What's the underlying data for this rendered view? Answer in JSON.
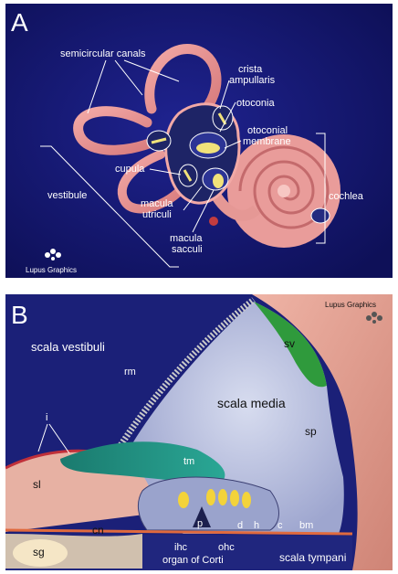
{
  "panel_a": {
    "letter": "A",
    "labels": {
      "semicircular_canals": "semicircular canals",
      "crista_ampullaris": [
        "crista",
        "ampullaris"
      ],
      "otoconia": "otoconia",
      "otoconial_membrane": [
        "otoconial",
        "membrane"
      ],
      "cupula": "cupula",
      "vestibule": "vestibule",
      "macula_utriculi": [
        "macula",
        "utriculi"
      ],
      "macula_sacculi": [
        "macula",
        "sacculi"
      ],
      "cochlea": "cochlea"
    },
    "credit": "Lupus Graphics"
  },
  "panel_b": {
    "letter": "B",
    "labels": {
      "scala_vestibuli": "scala vestibuli",
      "rm": "rm",
      "sv": "sv",
      "scala_media": "scala media",
      "sp": "sp",
      "i": "i",
      "tm": "tm",
      "sl": "sl",
      "p": "p",
      "ihc": "ihc",
      "ohc": "ohc",
      "d": "d",
      "h": "h",
      "c": "c",
      "bm": "bm",
      "cn": "cn",
      "sg": "sg",
      "organ_of_corti": "organ of Corti",
      "scala_tympani": "scala tympani"
    },
    "credit": "Lupus Graphics"
  }
}
